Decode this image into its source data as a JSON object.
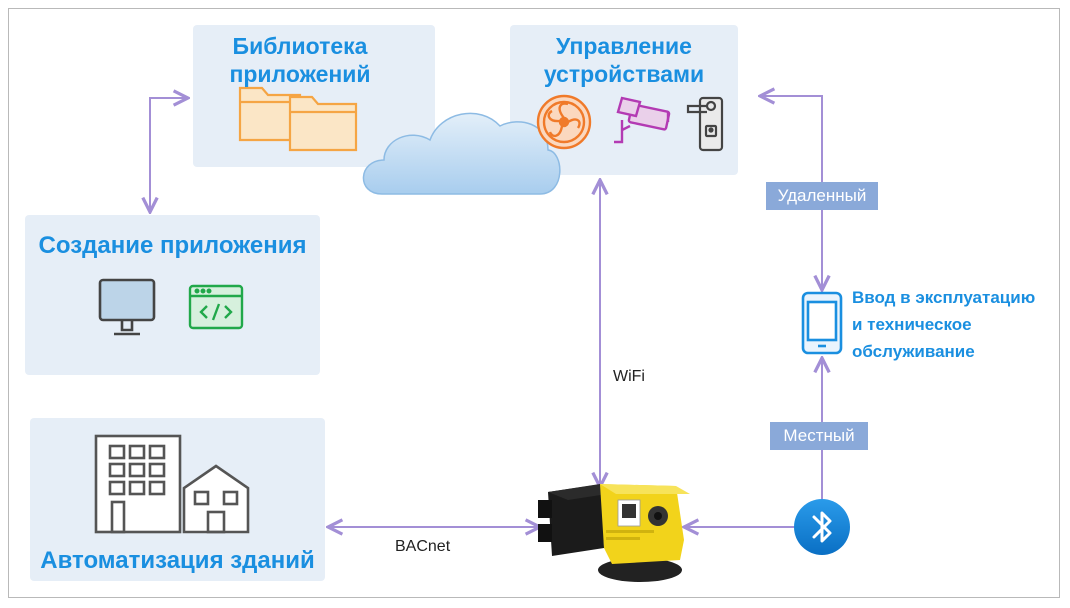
{
  "panels": {
    "app_library": "Библиотека приложений",
    "device_management": "Управление устройствами",
    "app_creation": "Создание приложения",
    "building_automation": "Автоматизация зданий"
  },
  "links": {
    "remote": "Удаленный",
    "local": "Местный",
    "wifi": "WiFi",
    "bacnet": "BACnet"
  },
  "commissioning": [
    "Ввод в эксплуатацию",
    "и техническое",
    "обслуживание"
  ],
  "colors": {
    "title_blue": "#1a8fe0",
    "panel_bg": "#e6eef7",
    "connector": "#a38fd6",
    "tag_bg": "#8aa9d9",
    "folder_orange": "#f5a544",
    "fan_orange": "#f07a2a",
    "camera_purple": "#b33ab3",
    "code_green": "#21a84a",
    "device_yellow": "#f2d31b"
  },
  "icons": [
    "folder-icon",
    "fan-icon",
    "camera-icon",
    "door-handle-icon",
    "monitor-icon",
    "code-window-icon",
    "smartphone-icon",
    "bluetooth-icon",
    "office-building-icon",
    "house-icon",
    "cloud-icon"
  ]
}
